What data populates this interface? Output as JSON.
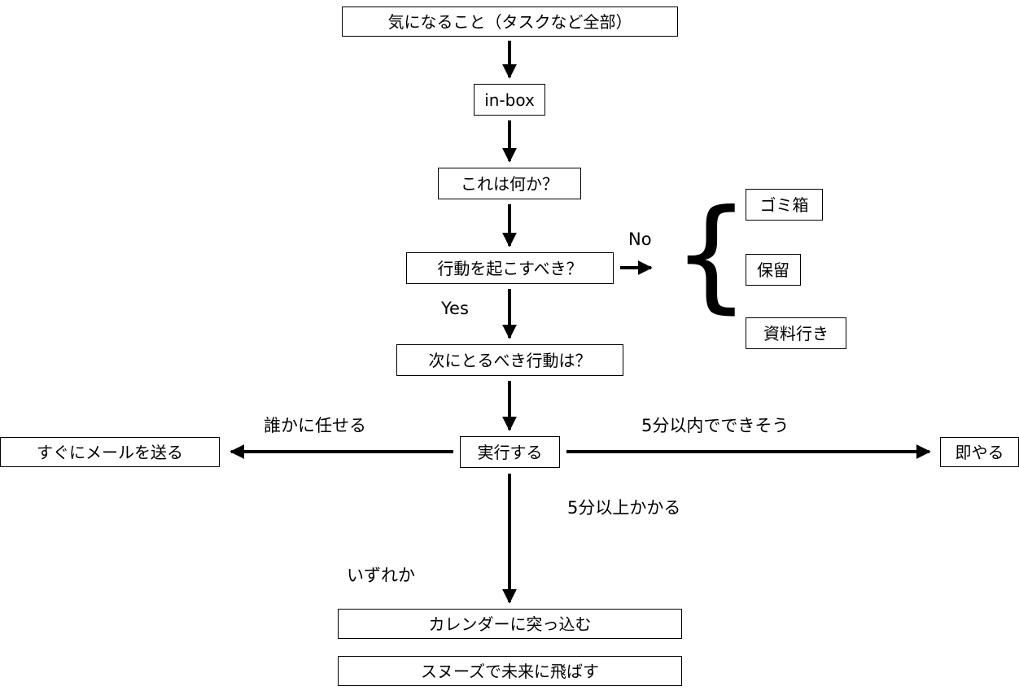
{
  "diagram": {
    "nodes": {
      "capture": "気になること（タスクなど全部）",
      "inbox": "in-box",
      "what_is_it": "これは何か？",
      "actionable": "行動を起こすべき？",
      "trash": "ゴミ箱",
      "hold": "保留",
      "reference": "資料行き",
      "next_action": "次にとるべき行動は？",
      "execute": "実行する",
      "send_mail_now": "すぐにメールを送る",
      "do_immediately": "即やる",
      "put_in_calendar": "カレンダーに突っ込む",
      "snooze_to_future": "スヌーズで未来に飛ばす"
    },
    "edge_labels": {
      "no": "No",
      "yes": "Yes",
      "delegate": "誰かに任せる",
      "within_5_min": "5分以内でできそう",
      "over_5_min": "5分以上かかる",
      "either_one": "いずれか"
    },
    "glyphs": {
      "brace": "{"
    },
    "colors": {
      "line": "#000000",
      "background": "#ffffff",
      "text": "#000000"
    }
  }
}
